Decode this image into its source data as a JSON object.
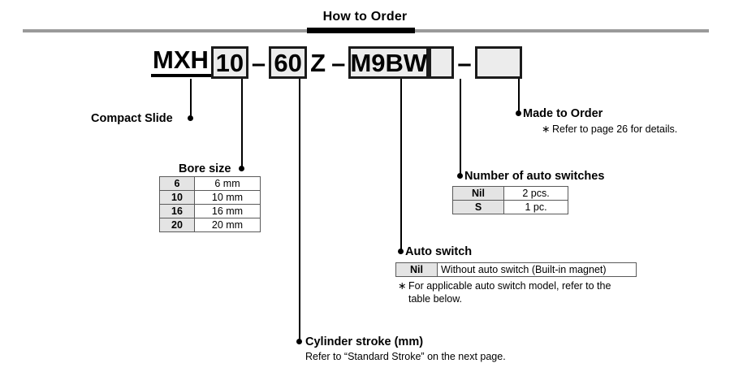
{
  "header": {
    "title": "How to Order"
  },
  "part_number": {
    "series": "MXH",
    "bore": "10",
    "dash1": "–",
    "stroke": "60",
    "stroke_suffix": "Z",
    "dash2": "–",
    "auto_switch": "M9BW",
    "switch_qty": "",
    "dash3": "–",
    "made_to_order": ""
  },
  "callouts": {
    "compact_slide": {
      "title": "Compact Slide"
    },
    "bore_size": {
      "title": "Bore size",
      "rows": [
        {
          "code": "6",
          "desc": "6 mm"
        },
        {
          "code": "10",
          "desc": "10 mm"
        },
        {
          "code": "16",
          "desc": "16 mm"
        },
        {
          "code": "20",
          "desc": "20 mm"
        }
      ]
    },
    "cylinder_stroke": {
      "title": "Cylinder stroke (mm)",
      "note": "Refer to “Standard Stroke” on the next page."
    },
    "auto_switch": {
      "title": "Auto switch",
      "rows": [
        {
          "code": "Nil",
          "desc": "Without auto switch (Built-in magnet)"
        }
      ],
      "note_star": "∗",
      "note_line1": "For applicable auto switch model, refer to the",
      "note_line2": "table below."
    },
    "number_of_auto_switches": {
      "title": "Number of auto switches",
      "rows": [
        {
          "code": "Nil",
          "desc": "2 pcs."
        },
        {
          "code": "S",
          "desc": "1 pc."
        }
      ]
    },
    "made_to_order": {
      "title": "Made to Order",
      "note_star": "∗",
      "note": "Refer to page 26 for details."
    }
  }
}
